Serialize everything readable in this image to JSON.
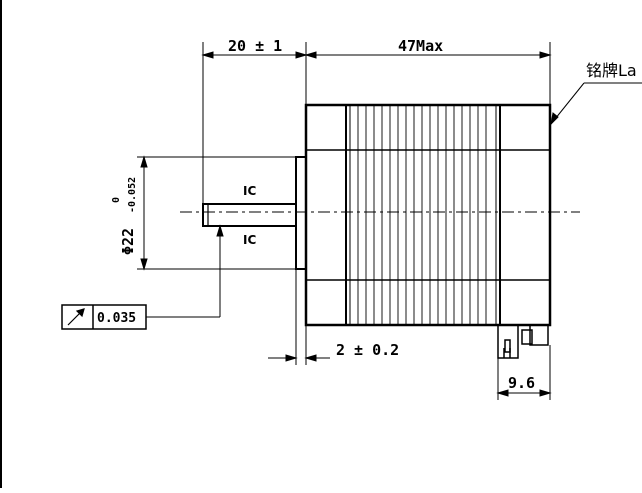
{
  "dimensions": {
    "shaft_length": "20 ± 1",
    "body_length": "47Max",
    "flange_width": "2 ± 0.2",
    "connector_width": "9.6",
    "shaft_diameter_symbol": "Φ22",
    "shaft_tolerance_upper": "0",
    "shaft_tolerance_lower": "-0.052"
  },
  "annotations": {
    "label_callout": "铭牌La",
    "ic_top": "IC",
    "ic_bottom": "IC"
  },
  "tolerance_frame": {
    "symbol": "circular-runout",
    "value": "0.035"
  }
}
